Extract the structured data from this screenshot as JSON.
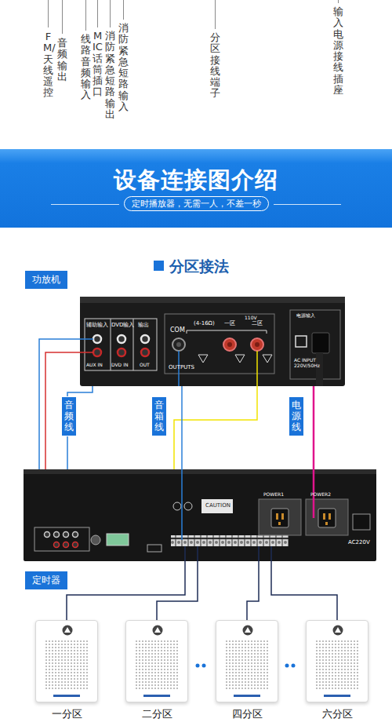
{
  "diagram": {
    "title": "分区接法",
    "nodes": [
      {
        "text": [
          "设备连接图介绍"
        ]
      },
      {
        "text": [
          "定时播放器，无需一人，不差一秒"
        ],
        "in": 0
      },
      {
        "text": [
          "功放机"
        ]
      },
      {
        "text": [
          "定时器"
        ]
      },
      {
        "text": [
          "一分区"
        ]
      },
      {
        "text": [
          "二分区"
        ]
      },
      {
        "text": [
          "四分区"
        ]
      },
      {
        "text": [
          "六分区"
        ]
      }
    ],
    "edges": [
      {
        "from": 2,
        "to": 3,
        "arrow": "none",
        "label": "音频线"
      },
      {
        "from": 2,
        "to": 3,
        "arrow": "none",
        "label": "音箱线"
      },
      {
        "from": 2,
        "to": 3,
        "arrow": "none",
        "label": "电源线"
      },
      {
        "from": 3,
        "to": 4,
        "arrow": "none"
      },
      {
        "from": 3,
        "to": 5,
        "arrow": "none"
      },
      {
        "from": 3,
        "to": 6,
        "arrow": "none"
      },
      {
        "from": 3,
        "to": 7,
        "arrow": "none"
      }
    ],
    "labels": [
      "FM/天线遥控",
      "音频输出",
      "线路音频输入",
      "MIC话筒插口",
      "消防紧急短路输出",
      "消防紧急短路输入",
      "分区接线端子",
      "输入电源接线插座",
      "辅助输入",
      "DVD输入",
      "输出",
      "AUX IN",
      "DVD IN",
      "OUT",
      "COM",
      "(4-16Ω)",
      "一区",
      "110V",
      "二区",
      "OUTPUTS",
      "电源输入",
      "AC INPUT 220V/50Hz",
      "CAUTION",
      "POWER1",
      "POWER2",
      "AC220V"
    ]
  }
}
